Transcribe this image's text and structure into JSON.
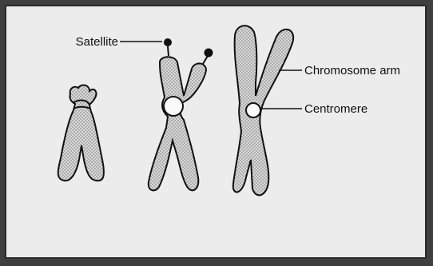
{
  "labels": {
    "satellite": "Satellite",
    "chromosome_arm": "Chromosome arm",
    "centromere": "Centromere"
  },
  "colors": {
    "background": "#3f3f3f",
    "panel": "#ececec",
    "chromosome_fill": "#d6d6d6",
    "stipple": "#7a7a7a",
    "outline": "#111111"
  }
}
